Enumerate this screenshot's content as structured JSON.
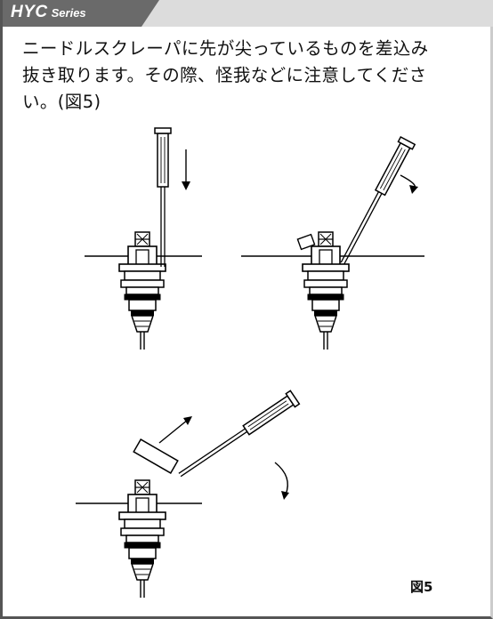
{
  "header": {
    "series_main": "HYC",
    "series_sub": "Series"
  },
  "instructions": {
    "line1": "ニードルスクレーパに先が尖っているものを差込み",
    "line2": "抜き取ります。その際、怪我などに注意してくださ",
    "line3": "い。(図5)"
  },
  "figure": {
    "caption": "図5"
  },
  "colors": {
    "tab": "#6a6a6a",
    "band": "#dcdcdc",
    "border": "#555555"
  }
}
